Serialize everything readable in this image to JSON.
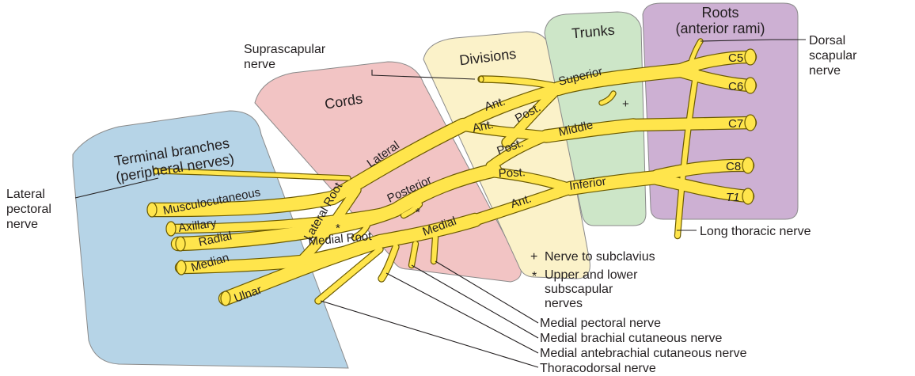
{
  "zones": {
    "roots_line1": "Roots",
    "roots_line2": "(anterior rami)",
    "trunks": "Trunks",
    "divisions": "Divisions",
    "cords": "Cords",
    "terminal_line1": "Terminal branches",
    "terminal_line2": "(peripheral nerves)"
  },
  "roots": [
    "C5",
    "C6",
    "C7",
    "C8",
    "T1"
  ],
  "trunks": {
    "superior": "Superior",
    "middle": "Middle",
    "inferior": "Inferior"
  },
  "divisions": {
    "ant1": "Ant.",
    "post1": "Post.",
    "ant2": "Ant.",
    "post2": "Post.",
    "post3": "Post.",
    "ant3": "Ant."
  },
  "cords": {
    "lateral": "Lateral",
    "posterior": "Posterior",
    "medial": "Medial",
    "lateral_root": "Lateral Root",
    "medial_root": "Medial Root"
  },
  "terminals": {
    "musculocutaneous": "Musculocutaneous",
    "axillary": "Axillary",
    "radial": "Radial",
    "median": "Median",
    "ulnar": "Ulnar"
  },
  "labels": {
    "suprascapular_1": "Suprascapular",
    "suprascapular_2": "nerve",
    "dorsal_1": "Dorsal",
    "dorsal_2": "scapular",
    "dorsal_3": "nerve",
    "lateral_pectoral_1": "Lateral",
    "lateral_pectoral_2": "pectoral",
    "lateral_pectoral_3": "nerve",
    "long_thoracic": "Long thoracic nerve",
    "medial_pectoral": "Medial pectoral nerve",
    "medial_brachial": "Medial brachial cutaneous nerve",
    "medial_antebrachial": "Medial antebrachial cutaneous nerve",
    "thoracodorsal": "Thoracodorsal nerve"
  },
  "legend": {
    "plus_symbol": "+",
    "plus_text": "Nerve to subclavius",
    "star_symbol": "*",
    "star_line1": "Upper and lower",
    "star_line2": "subscapular",
    "star_line3": "nerves"
  },
  "colors": {
    "roots_bg": "#cdb0d3",
    "trunks_bg": "#cde6c8",
    "divisions_bg": "#fbf2c9",
    "cords_bg": "#f2c4c4",
    "terminal_bg": "#b6d4e7",
    "nerve_fill": "#ffe54c",
    "nerve_edge": "#6b5a00"
  }
}
